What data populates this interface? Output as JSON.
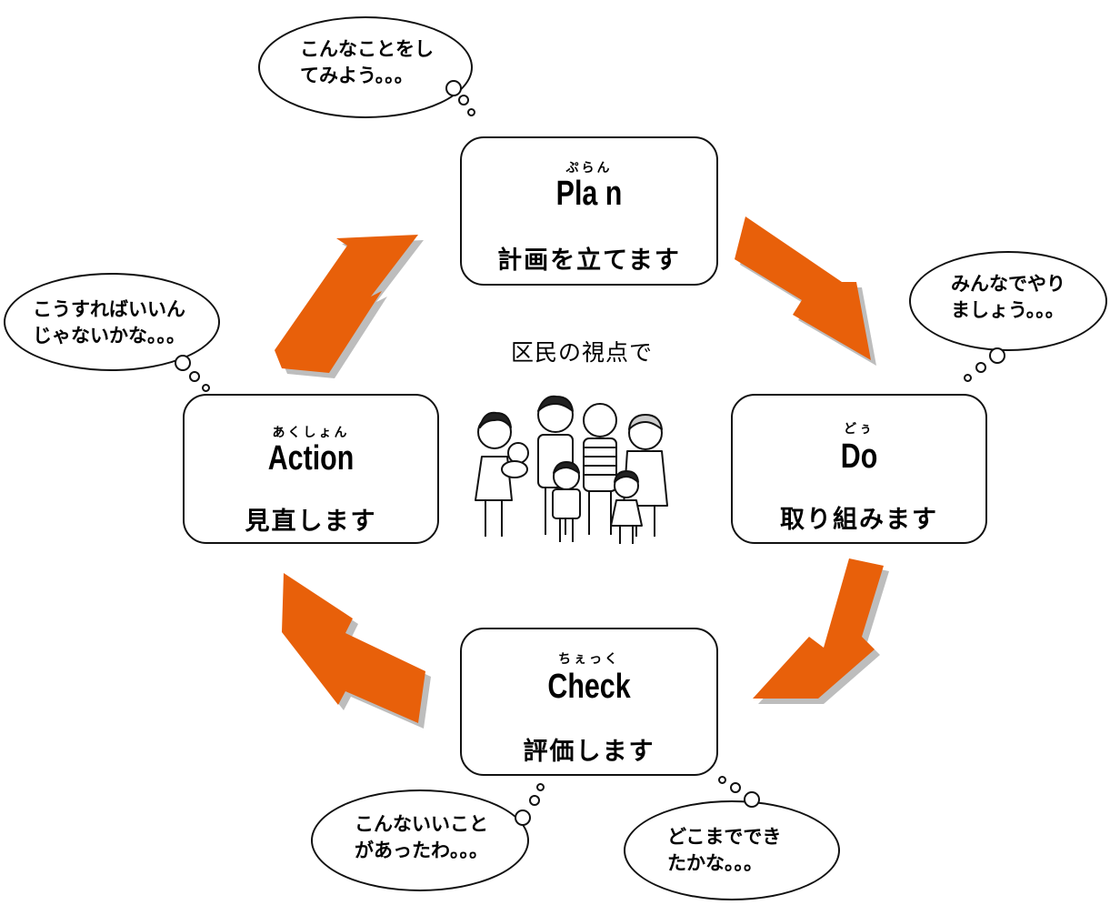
{
  "colors": {
    "arrow": "#E8600A",
    "arrow_shadow": "#BDBDBD",
    "stroke": "#111111"
  },
  "center": {
    "label": "区民の視点で",
    "illustration": "family-group-illustration"
  },
  "plan": {
    "ruby": "ぷらん",
    "title": "Pla n",
    "description": "計画を立てます"
  },
  "do": {
    "ruby": "どぅ",
    "title": "Do",
    "description": "取り組みます"
  },
  "check": {
    "ruby": "ちぇっく",
    "title": "Check",
    "description": "評価します"
  },
  "action": {
    "ruby": "あくしょん",
    "title": "Action",
    "description": "見直します"
  },
  "bubbles": {
    "plan": "こんなことをし\nてみよう。。。",
    "do": "みんなでやり\nましょう。。。",
    "action": "こうすればいいん\nじゃないかな。。。",
    "check_l": "こんないいこと\nがあったわ。。。",
    "check_r": "どこまででき\nたかな。。。"
  }
}
